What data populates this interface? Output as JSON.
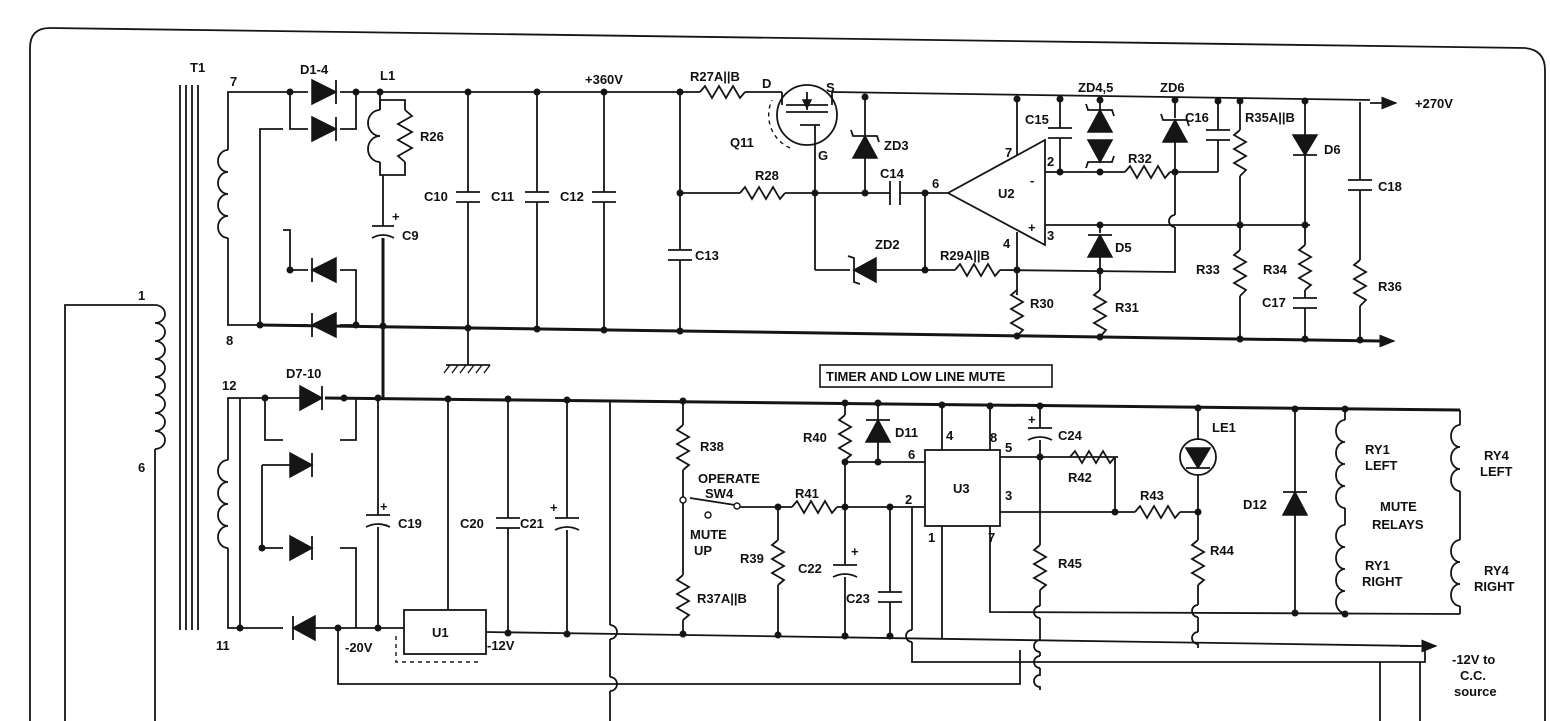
{
  "transformer": {
    "name": "T1",
    "pin_1": "1",
    "pin_6": "6",
    "pin_7": "7",
    "pin_8": "8",
    "pin_11": "11",
    "pin_12": "12"
  },
  "upper": {
    "d1_4": "D1-4",
    "l1": "L1",
    "r26": "R26",
    "c9": "C9",
    "c10": "C10",
    "c11": "C11",
    "c12": "C12",
    "v360": "+360V",
    "r27": "R27A||B",
    "q11": "Q11",
    "d": "D",
    "s": "S",
    "g": "G",
    "zd3": "ZD3",
    "r28": "R28",
    "c13": "C13",
    "c14": "C14",
    "zd2": "ZD2",
    "r29": "R29A||B",
    "c15": "C15",
    "zd45": "ZD4,5",
    "zd6": "ZD6",
    "c16": "C16",
    "r32": "R32",
    "u2": "U2",
    "u2_p7": "7",
    "u2_p2": "2",
    "u2_p6": "6",
    "u2_p3": "3",
    "u2_p4": "4",
    "u2_minus": "-",
    "u2_plus": "+",
    "d5": "D5",
    "r30": "R30",
    "r31": "R31",
    "r35": "R35A||B",
    "d6": "D6",
    "r33": "R33",
    "r34": "R34",
    "c17": "C17",
    "c18": "C18",
    "r36": "R36",
    "v270": "+270V",
    "plus": "+"
  },
  "lower": {
    "d7_10": "D7-10",
    "c19": "C19",
    "c20": "C20",
    "c21": "C21",
    "u1": "U1",
    "v_neg20": "-20V",
    "v_neg12": "-12V",
    "title": "TIMER AND LOW LINE MUTE",
    "r38": "R38",
    "operate": "OPERATE",
    "sw4": "SW4",
    "mute": "MUTE",
    "up": "UP",
    "r37": "R37A||B",
    "r40": "R40",
    "d11": "D11",
    "r41": "R41",
    "r39": "R39",
    "c22": "C22",
    "c23": "C23",
    "u3": "U3",
    "u3_p4": "4",
    "u3_p8": "8",
    "u3_p6": "6",
    "u3_p5": "5",
    "u3_p2": "2",
    "u3_p3": "3",
    "u3_p1": "1",
    "u3_p7": "7",
    "c24": "C24",
    "r42": "R42",
    "r43": "R43",
    "r45": "R45",
    "le1": "LE1",
    "r44": "R44",
    "d12": "D12",
    "ry1_left_a": "RY1",
    "ry1_left_b": "LEFT",
    "ry1_right_a": "RY1",
    "ry1_right_b": "RIGHT",
    "ry4_left_a": "RY4",
    "ry4_left_b": "LEFT",
    "ry4_right_a": "RY4",
    "ry4_right_b": "RIGHT",
    "mute_relays_a": "MUTE",
    "mute_relays_b": "RELAYS",
    "out1": "-12V to",
    "out2": "C.C.",
    "out3": "source",
    "plus": "+"
  }
}
